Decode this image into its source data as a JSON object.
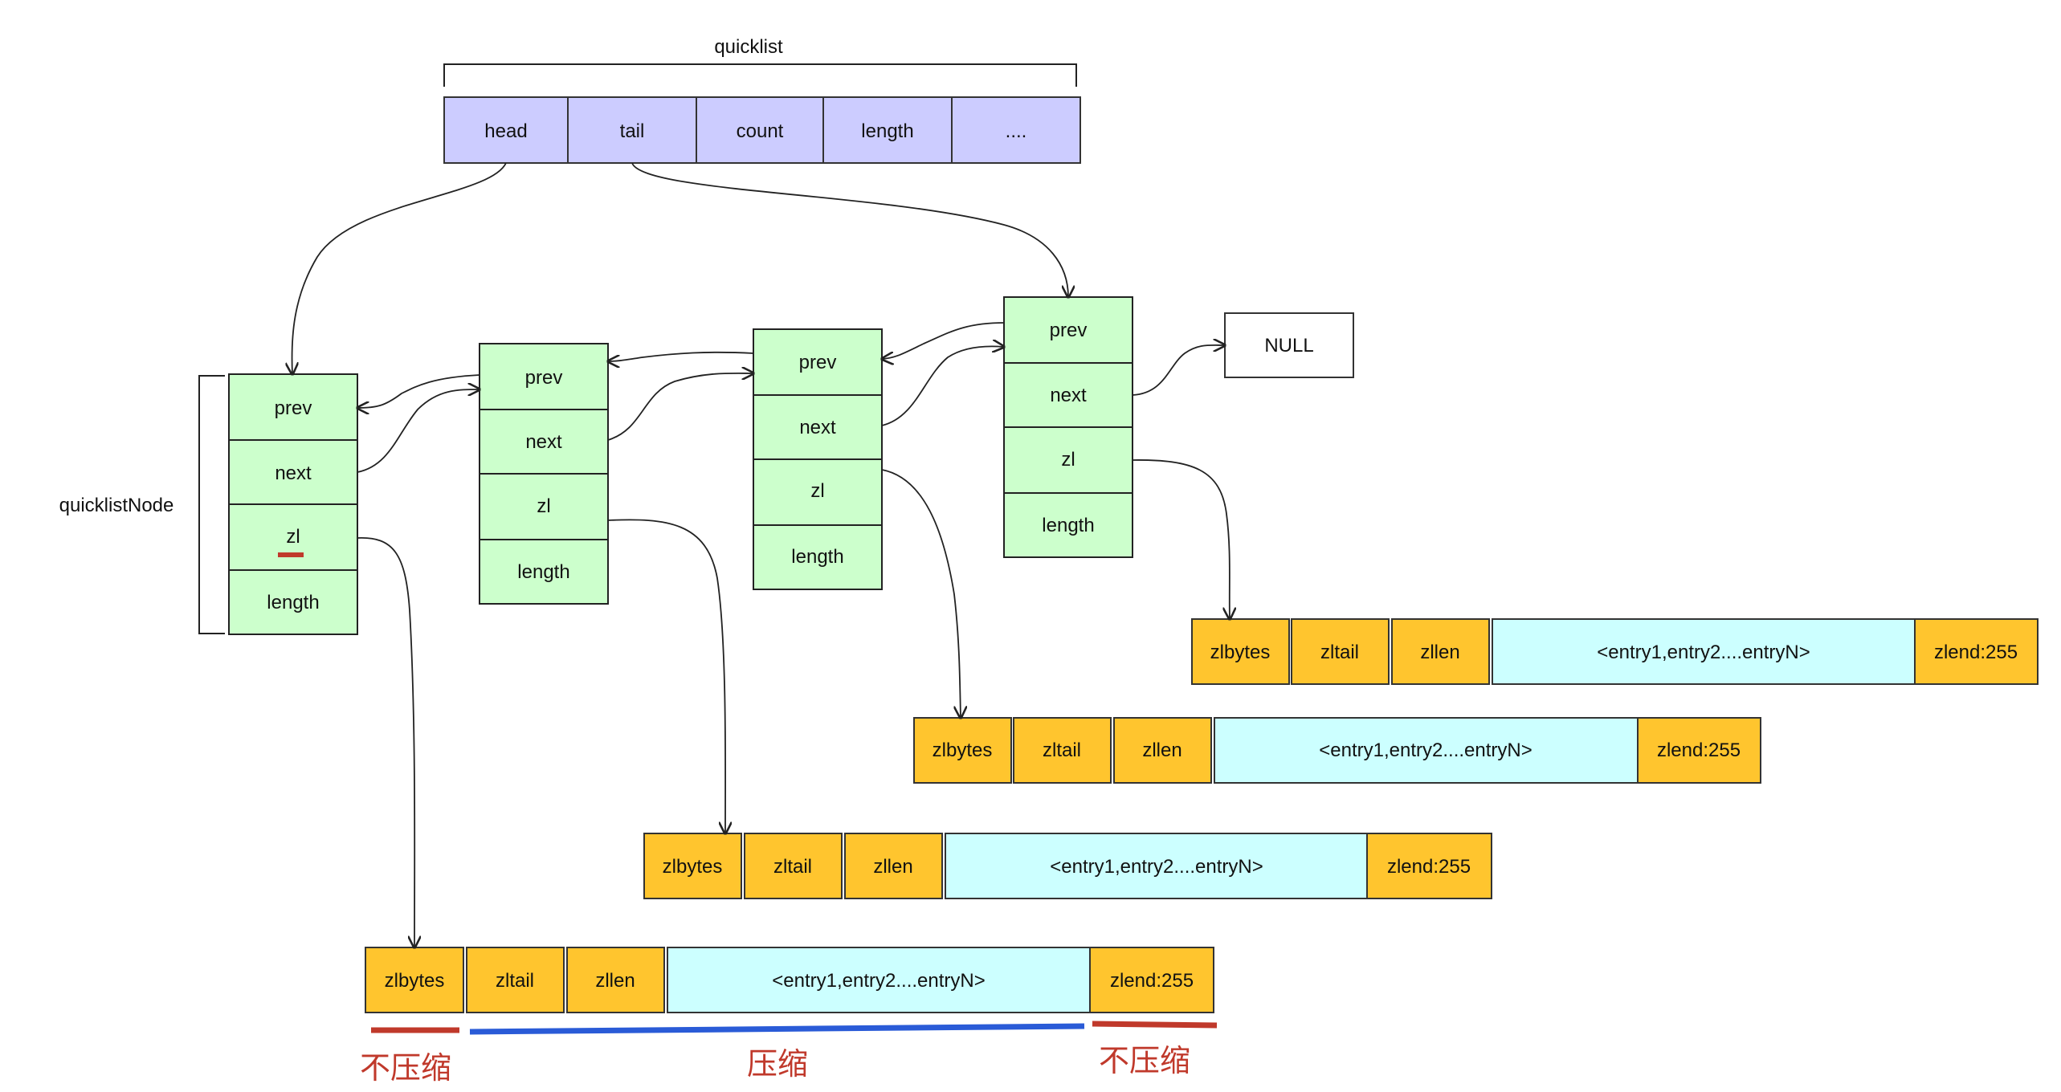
{
  "quicklist": {
    "label": "quicklist",
    "fields": [
      "head",
      "tail",
      "count",
      "length",
      "...."
    ]
  },
  "node_label": "quicklistNode",
  "node_fields": [
    "prev",
    "next",
    "zl",
    "length"
  ],
  "null_label": "NULL",
  "ziplist_fields": [
    "zlbytes",
    "zltail",
    "zllen",
    "<entry1,entry2....entryN>",
    "zlend:255"
  ],
  "annotations": {
    "not_compressed": "不压缩",
    "compressed": "压缩",
    "not_compressed_end": "不压缩"
  },
  "colors": {
    "quicklist": "#ccccff",
    "node": "#ccffcc",
    "ziplist_field": "#ffc52e",
    "ziplist_entries": "#ccffff",
    "annotation_red": "#c0392b",
    "annotation_blue": "#2a5bd7"
  }
}
